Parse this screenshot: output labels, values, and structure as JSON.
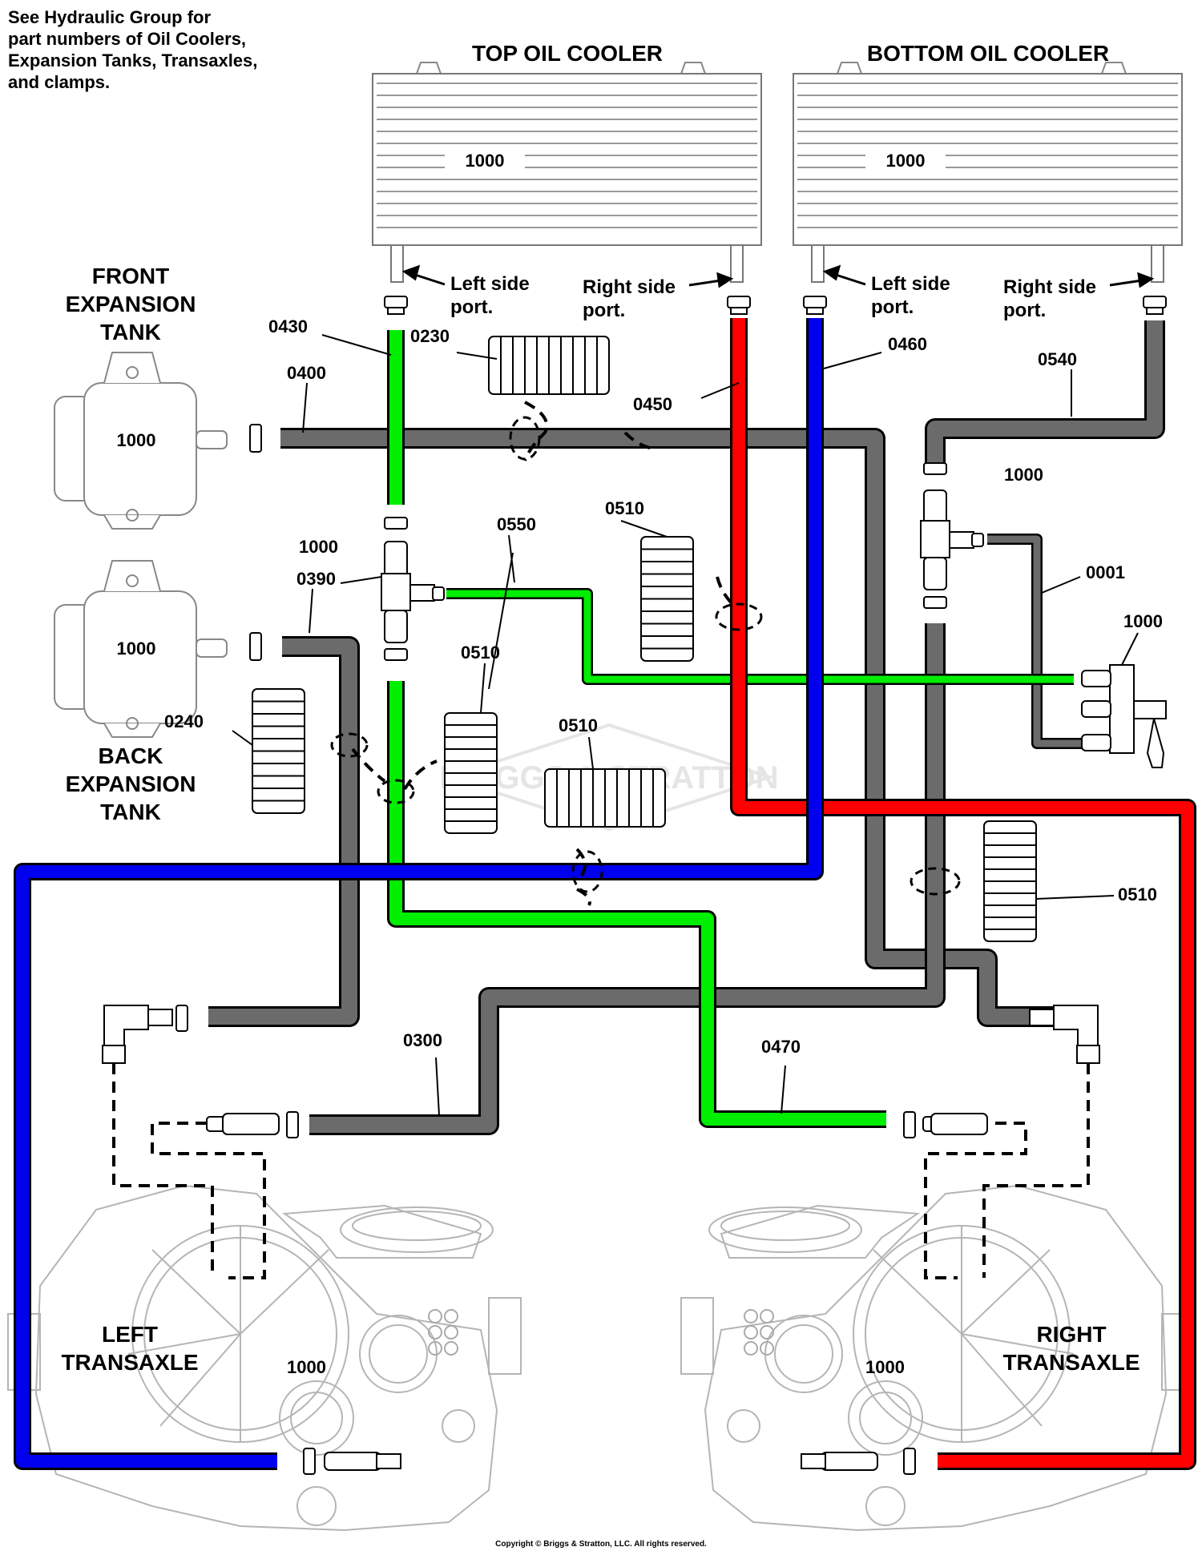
{
  "note": "See Hydraulic Group for\npart numbers of Oil Coolers,\nExpansion Tanks, Transaxles,\nand clamps.",
  "copyright": "Copyright © Briggs & Stratton, LLC. All rights reserved.",
  "watermark": "BRIGGS & STRATTON",
  "titles": {
    "top_cooler": "TOP OIL COOLER",
    "bottom_cooler": "BOTTOM OIL COOLER",
    "front_tank": [
      "FRONT",
      "EXPANSION",
      "TANK"
    ],
    "back_tank": [
      "BACK",
      "EXPANSION",
      "TANK"
    ],
    "left_transaxle": [
      "LEFT",
      "TRANSAXLE"
    ],
    "right_transaxle": [
      "RIGHT",
      "TRANSAXLE"
    ]
  },
  "ports": {
    "left_side": [
      "Left side",
      "port."
    ],
    "right_side": [
      "Right side",
      "port."
    ]
  },
  "parts": {
    "p0001": "0001",
    "p0230": "0230",
    "p0240": "0240",
    "p0300": "0300",
    "p0390": "0390",
    "p0400": "0400",
    "p0430": "0430",
    "p0450": "0450",
    "p0460": "0460",
    "p0470": "0470",
    "p0510": "0510",
    "p0540": "0540",
    "p0550": "0550",
    "p1000": "1000"
  },
  "colors": {
    "green_hose": "#00ee00",
    "red_hose": "#ff0000",
    "blue_hose": "#0000ee",
    "gray_hose": "#6b6b6b",
    "outline": "#000000",
    "faint": "#bdbdbd"
  }
}
